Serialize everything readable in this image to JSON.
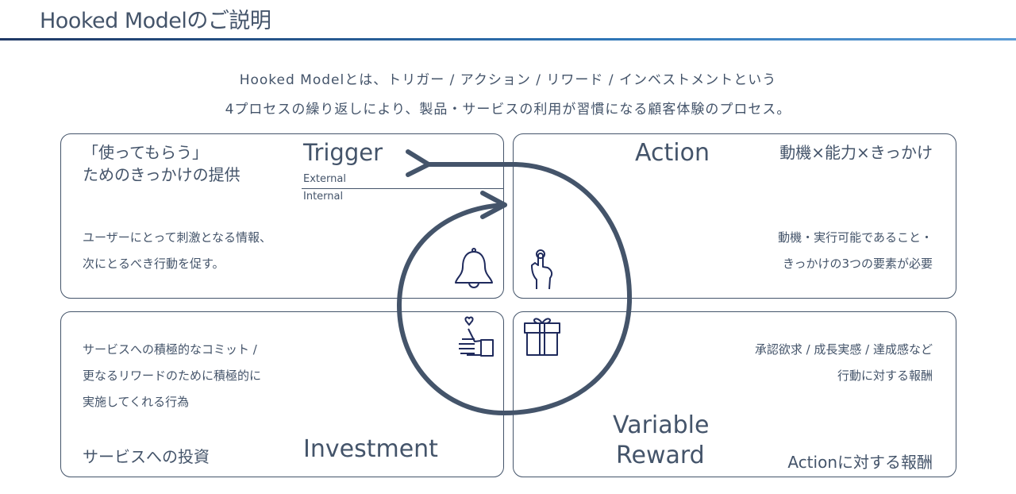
{
  "title": "Hooked Modelのご説明",
  "intro": [
    "Hooked Modelとは、トリガー / アクション / リワード / インベストメントという",
    "4プロセスの繰り返しにより、製品・サービスの利用が習慣になる顧客体験のプロセス。"
  ],
  "trigger": {
    "heading": "Trigger",
    "sub1": "External",
    "sub2": "Internal",
    "caption1": "「使ってもらう」",
    "caption2": "ためのきっかけの提供",
    "desc1": "ユーザーにとって刺激となる情報、",
    "desc2": "次にとるべき行動を促す。"
  },
  "action": {
    "heading": "Action",
    "caption": "動機×能力×きっかけ",
    "desc1": "動機・実行可能であること・",
    "desc2": "きっかけの3つの要素が必要"
  },
  "investment": {
    "heading": "Investment",
    "caption": "サービスへの投資",
    "desc1": "サービスへの積極的なコミット /",
    "desc2": "更なるリワードのために積極的に",
    "desc3": "実施してくれる行為"
  },
  "reward": {
    "heading1": "Variable",
    "heading2": "Reward",
    "caption": "Actionに対する報酬",
    "desc1": "承認欲求 / 成長実感 / 達成感など",
    "desc2": "行動に対する報酬"
  },
  "colors": {
    "text": "#44546a",
    "icon": "#1f2a5c",
    "loop": "#44546a"
  }
}
